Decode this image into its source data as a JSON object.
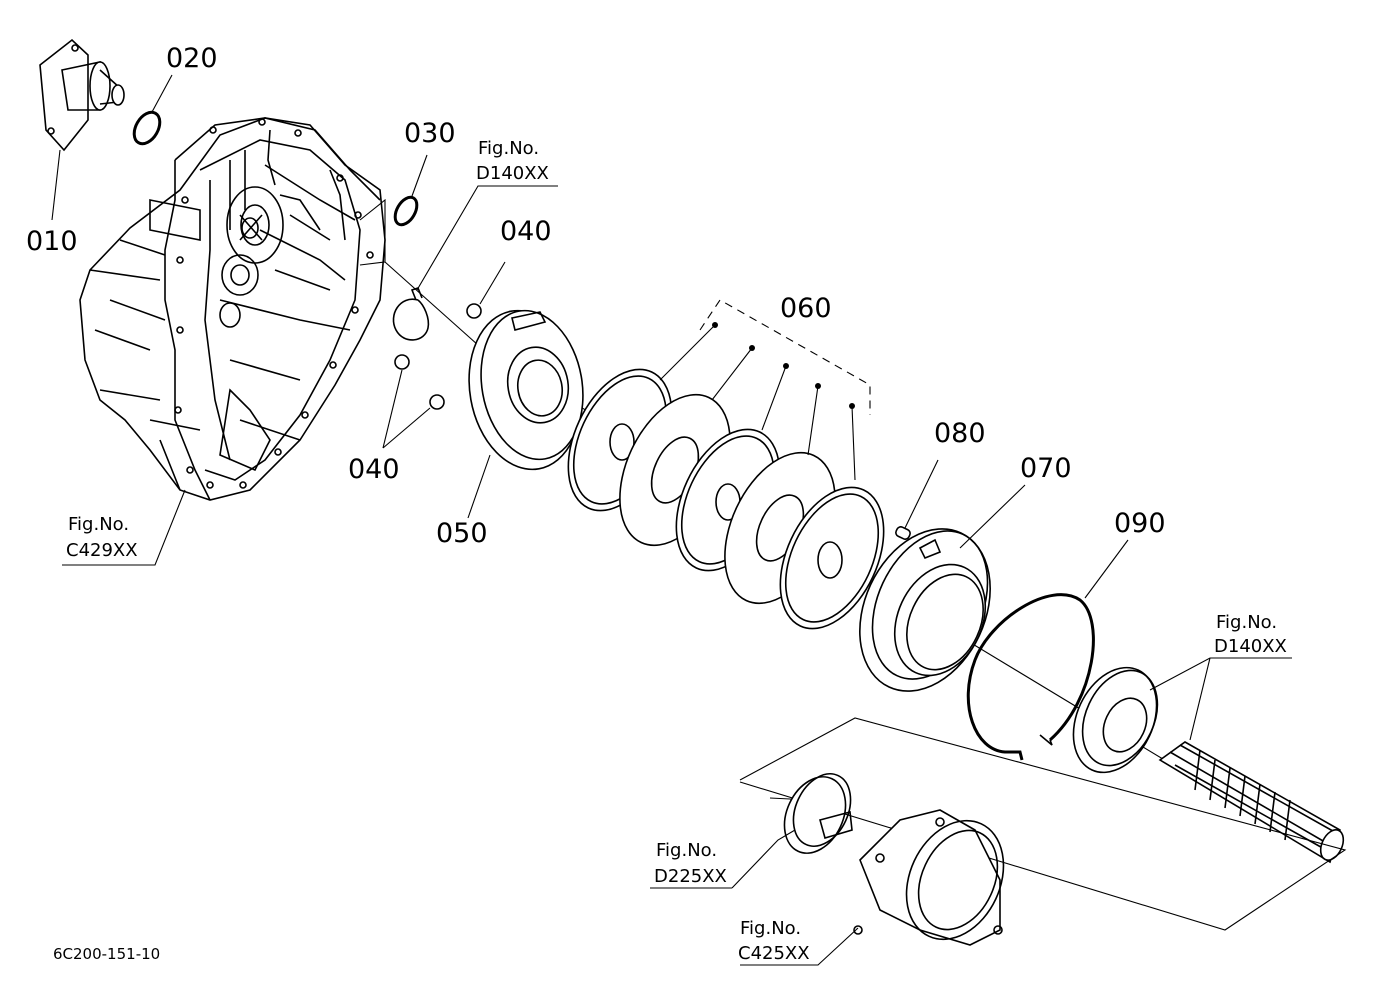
{
  "parts": [
    {
      "id": "010"
    },
    {
      "id": "020"
    },
    {
      "id": "030"
    },
    {
      "id": "040"
    },
    {
      "id": "040"
    },
    {
      "id": "050"
    },
    {
      "id": "060"
    },
    {
      "id": "070"
    },
    {
      "id": "080"
    },
    {
      "id": "090"
    }
  ],
  "references": {
    "ref_c429": {
      "line1": "Fig.No.",
      "line2": "C429XX"
    },
    "ref_d140_top": {
      "line1": "Fig.No.",
      "line2": "D140XX"
    },
    "ref_d140_right": {
      "line1": "Fig.No.",
      "line2": "D140XX"
    },
    "ref_d225": {
      "line1": "Fig.No.",
      "line2": "D225XX"
    },
    "ref_c425": {
      "line1": "Fig.No.",
      "line2": "C425XX"
    }
  },
  "document_code": "6C200-151-10"
}
